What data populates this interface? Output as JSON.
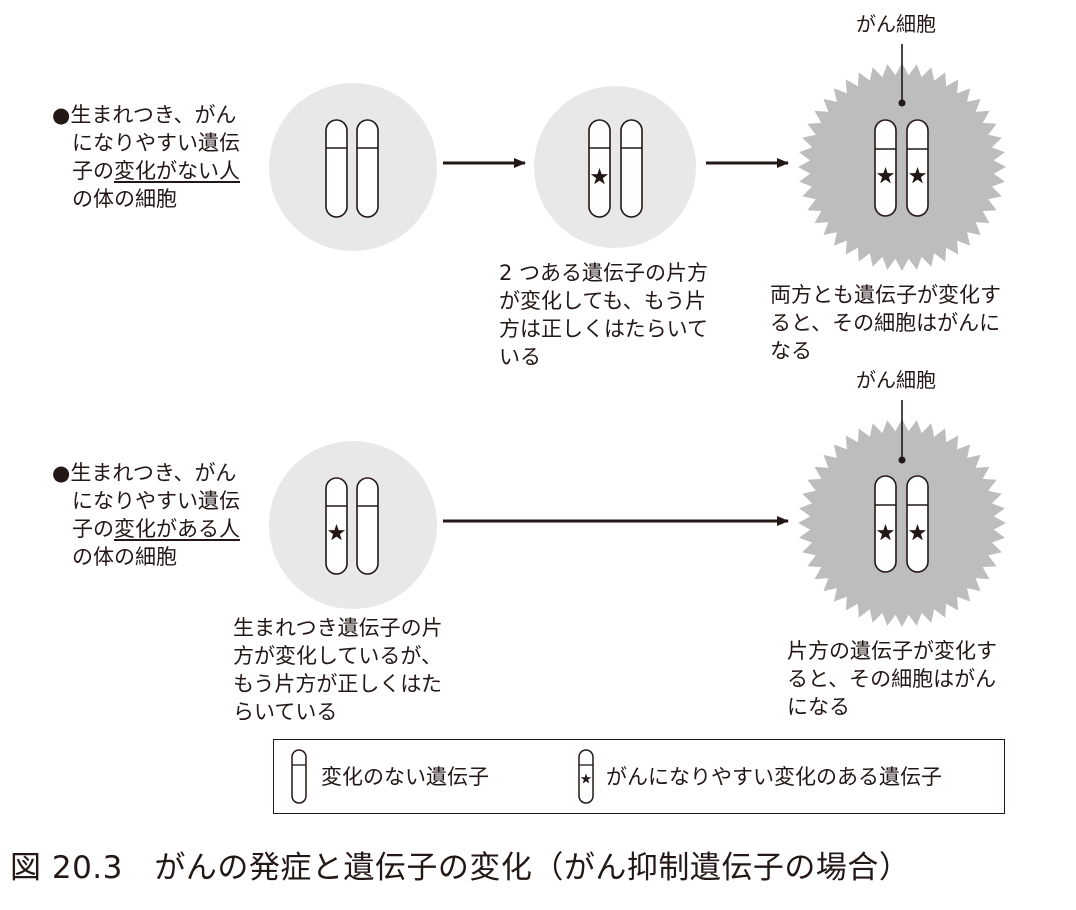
{
  "row1": {
    "description": {
      "bullet": "●",
      "line1": "生まれつき、がん",
      "line2": "になりやすい遺伝",
      "line3_pre": "子の",
      "line3_u": "変化がない人",
      "line4": "の体の細胞"
    },
    "middle_note": [
      "2 つある遺伝子の片方",
      "が変化しても、もう片",
      "方は正しくはたらいて",
      "いる"
    ],
    "cancer_label": "がん細胞",
    "right_note": [
      "両方とも遺伝子が変化す",
      "ると、その細胞はがんに",
      "なる"
    ]
  },
  "row2": {
    "description": {
      "bullet": "●",
      "line1": "生まれつき、がん",
      "line2": "になりやすい遺伝",
      "line3_pre": "子の",
      "line3_u": "変化がある人",
      "line4": "の体の細胞"
    },
    "left_note": [
      "生まれつき遺伝子の片",
      "方が変化しているが、",
      "もう片方が正しくはた",
      "らいている"
    ],
    "cancer_label": "がん細胞",
    "right_note": [
      "片方の遺伝子が変化す",
      "ると、その細胞はがん",
      "になる"
    ]
  },
  "legend": {
    "normal": "変化のない遺伝子",
    "mutated": "がんになりやすい変化のある遺伝子"
  },
  "figure_caption": "図 20.3　がんの発症と遺伝子の変化（がん抑制遺伝子の場合）",
  "colors": {
    "ink": "#231815",
    "cell": "#e8e8e8",
    "cancer_cell": "#bdbdbd",
    "background": "#ffffff"
  }
}
